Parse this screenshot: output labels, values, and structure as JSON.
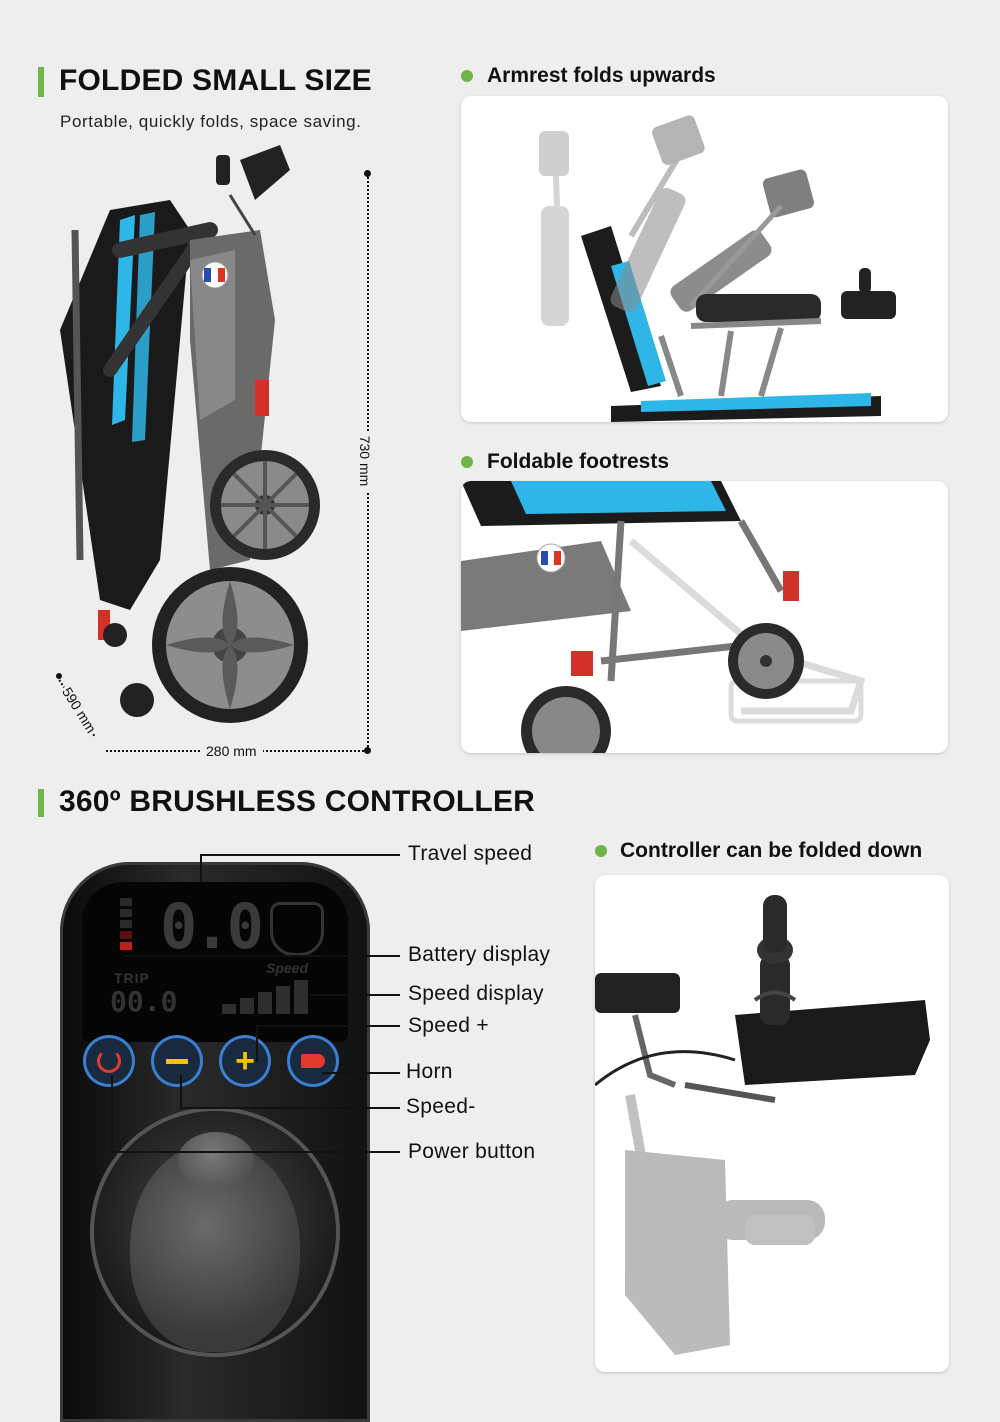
{
  "folded": {
    "title": "FOLDED SMALL SIZE",
    "subtitle": "Portable, quickly folds, space saving.",
    "dim_height": "730 mm",
    "dim_depth": "590 mm",
    "dim_width": "280 mm"
  },
  "features": {
    "armrest": "Armrest folds upwards",
    "footrests": "Foldable footrests",
    "controller_fold": "Controller can be folded down"
  },
  "controller": {
    "title": "360º BRUSHLESS CONTROLLER",
    "display_speed": "0.0",
    "trip_label": "TRIP",
    "trip_value": "00.0",
    "speed_label": "Speed",
    "callouts": {
      "travel_speed": "Travel speed",
      "battery_display": "Battery display",
      "speed_display": "Speed display",
      "speed_plus": "Speed +",
      "horn": "Horn",
      "speed_minus": "Speed-",
      "power_button": "Power button"
    }
  },
  "colors": {
    "accent_green": "#6fb54a",
    "seat_blue": "#2fb6e8",
    "button_blue": "#3a7fd0",
    "button_yellow": "#f2c400",
    "button_red": "#e23b2e"
  }
}
